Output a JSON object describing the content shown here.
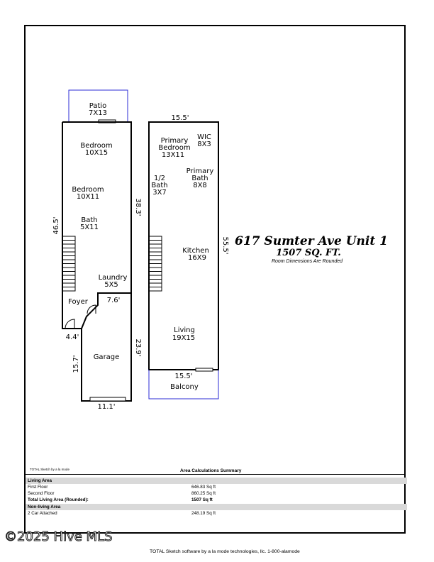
{
  "property": {
    "address": "617 Sumter Ave Unit 1",
    "total_sqft": "1507 SQ. FT.",
    "note": "Room Dimensions Are Rounded"
  },
  "first_floor": {
    "rooms": [
      {
        "name": "Patio",
        "size": "7X13"
      },
      {
        "name": "Bedroom",
        "size": "10X15"
      },
      {
        "name": "Bedroom",
        "size": "10X11"
      },
      {
        "name": "Bath",
        "size": "5X11"
      },
      {
        "name": "Laundry",
        "size": "5X5"
      },
      {
        "name": "Foyer",
        "size": ""
      },
      {
        "name": "Garage",
        "size": ""
      }
    ],
    "dimensions": {
      "left_height": "46.5'",
      "right_upper": "38.3'",
      "right_lower": "23.9'",
      "foyer_width": "7.6'",
      "foyer_left": "4.4'",
      "garage_height": "15.7'",
      "garage_width": "11.1'"
    }
  },
  "second_floor": {
    "rooms": [
      {
        "name": "Primary Bedroom",
        "line1": "Primary",
        "line2": "Bedroom",
        "size": "13X11"
      },
      {
        "name": "WIC",
        "size": "8X3"
      },
      {
        "name": "Primary Bath",
        "line1": "Primary",
        "line2": "Bath",
        "size": "8X8"
      },
      {
        "name": "1/2 Bath",
        "line1": "1/2",
        "line2": "Bath",
        "size": "3X7"
      },
      {
        "name": "Kitchen",
        "size": "16X9"
      },
      {
        "name": "Living",
        "size": "19X15"
      },
      {
        "name": "Balcony",
        "size": ""
      }
    ],
    "dimensions": {
      "top_width": "15.5'",
      "right_height": "55.5'",
      "bottom_width": "15.5'"
    }
  },
  "summary": {
    "sketch_note": "TOTAL Sketch by a la mode",
    "title": "Area Calculations Summary",
    "living_header": "Living Area",
    "first_floor_label": "First Floor",
    "first_floor_value": "646.83 Sq ft",
    "second_floor_label": "Second Floor",
    "second_floor_value": "860.25 Sq ft",
    "total_label": "Total Living Area (Rounded):",
    "total_value": "1507 Sq ft",
    "nonliving_header": "Non-living Area",
    "garage_label": "2 Car Attached",
    "garage_value": "248.19 Sq ft"
  },
  "footer": "TOTAL Sketch software by a la mode technologies, llc. 1-800-alamode",
  "watermark": "©2025 Hive MLS",
  "colors": {
    "outline": "#000000",
    "exterior": "#2b2bd6"
  }
}
